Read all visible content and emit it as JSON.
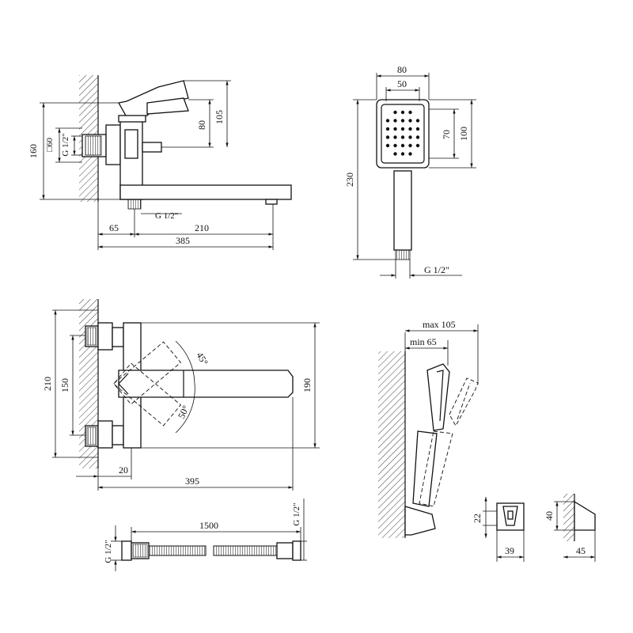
{
  "views": {
    "side_view": {
      "dims": {
        "d160": "160",
        "d60": "□60",
        "d_thread_left": "G 1/2\"",
        "d80": "80",
        "d105": "105",
        "d_thread_bottom": "G 1/2\"",
        "d65": "65",
        "d210": "210",
        "d385": "385"
      }
    },
    "hand_shower": {
      "dims": {
        "d80": "80",
        "d50": "50",
        "d70": "70",
        "d100": "100",
        "d230": "230",
        "d_thread": "G 1/2\""
      }
    },
    "top_view": {
      "dims": {
        "d210": "210",
        "d150": "150",
        "d45deg": "45°",
        "d50deg": "50°",
        "d190": "190",
        "d20": "20",
        "d395": "395"
      }
    },
    "holder_view": {
      "dims": {
        "max": "max 105",
        "min": "min 65"
      }
    },
    "hose_view": {
      "dims": {
        "d1500": "1500",
        "d_thread_left": "G 1/2\"",
        "d_thread_right": "G 1/2\""
      }
    },
    "bracket_view": {
      "dims": {
        "d22": "22",
        "d39": "39",
        "d40": "40",
        "d45": "45"
      }
    }
  }
}
